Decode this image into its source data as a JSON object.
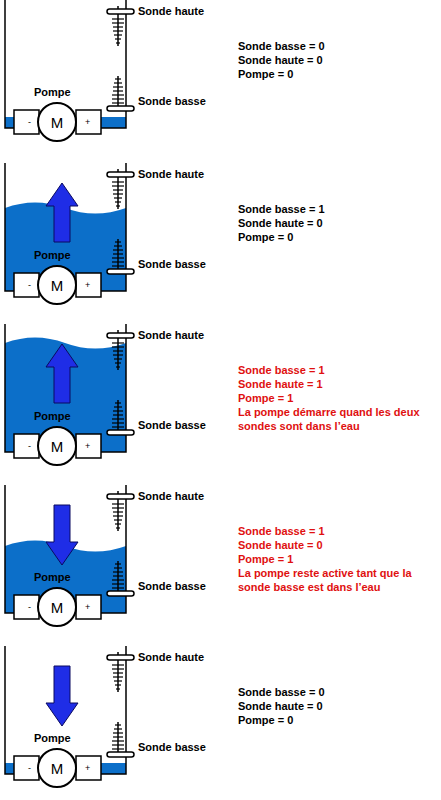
{
  "diagram": {
    "nodes": [
      {
        "text": [
          "M"
        ]
      },
      {
        "text": [
          "M"
        ]
      },
      {
        "text": [
          "M"
        ]
      },
      {
        "text": [
          "M"
        ]
      },
      {
        "text": [
          "M"
        ]
      }
    ],
    "labels": [
      "Sonde haute",
      "Pompe",
      "Sonde basse",
      "-",
      "+",
      "Sonde basse = 0",
      "Sonde haute = 0",
      "Pompe = 0",
      "Sonde haute",
      "Pompe",
      "Sonde basse",
      "-",
      "+",
      "Sonde basse = 1",
      "Sonde haute = 0",
      "Pompe = 0",
      "Sonde haute",
      "Pompe",
      "Sonde basse",
      "-",
      "+",
      "Sonde basse = 1",
      "Sonde haute = 1",
      "Pompe = 1",
      "La pompe démarre quand les deux sondes sont dans l’eau",
      "Sonde haute",
      "Pompe",
      "Sonde basse",
      "-",
      "+",
      "Sonde basse = 1",
      "Sonde haute = 0",
      "Pompe = 1",
      "La pompe reste active tant que la sonde basse est dans l’eau",
      "Sonde haute",
      "Pompe",
      "Sonde basse",
      "-",
      "+",
      "Sonde basse = 0",
      "Sonde haute = 0",
      "Pompe = 0"
    ]
  }
}
